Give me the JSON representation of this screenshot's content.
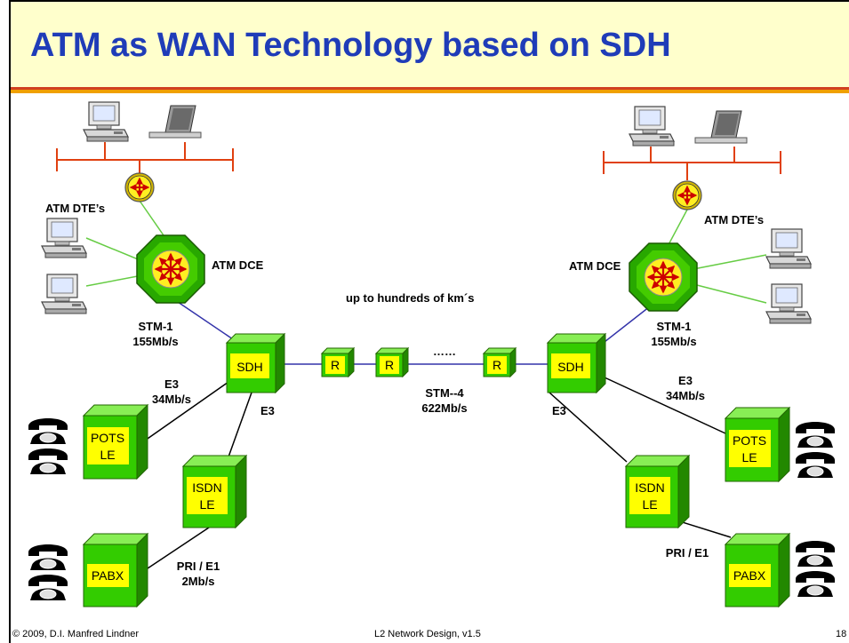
{
  "slide": {
    "title": "ATM as WAN Technology based on SDH",
    "footer": {
      "copyright": "© 2009, D.I. Manfred Lindner",
      "course": "L2 Network Design, v1.5",
      "page": "18"
    }
  },
  "diagram": {
    "labels": {
      "atm_dte_left": "ATM DTE’s",
      "atm_dte_right": "ATM DTE’s",
      "atm_dce_left": "ATM DCE",
      "atm_dce_right": "ATM DCE",
      "distance": "up to hundreds of km´s",
      "stm1_left": "STM-1",
      "stm1_left_rate": "155Mb/s",
      "stm1_right": "STM-1",
      "stm1_right_rate": "155Mb/s",
      "e3_left_top": "E3",
      "e3_left_top_rate": "34Mb/s",
      "e3_left": "E3",
      "e3_right_top": "E3",
      "e3_right_top_rate": "34Mb/s",
      "e3_right": "E3",
      "stm4": "STM--4",
      "stm4_rate": "622Mb/s",
      "dots": "……",
      "pri_left": "PRI / E1",
      "pri_left_rate": "2Mb/s",
      "pri_right": "PRI / E1"
    },
    "nodes": {
      "sdh_left": "SDH",
      "sdh_right": "SDH",
      "r1": "R",
      "r2": "R",
      "r3": "R",
      "pots_left_1": "POTS",
      "pots_left_2": "LE",
      "pots_right_1": "POTS",
      "pots_right_2": "LE",
      "isdn_left_1": "ISDN",
      "isdn_left_2": "LE",
      "isdn_right_1": "ISDN",
      "isdn_right_2": "LE",
      "pabx_left": "PABX",
      "pabx_right": "PABX"
    },
    "colors": {
      "title_bg": "#ffffcc",
      "title_text": "#1f3cb8",
      "bar_red": "#d04020",
      "bar_orange": "#f0a000",
      "lan_bus": "#e04010",
      "green_link": "#66cc44",
      "blue_link": "#3333aa",
      "box_green": "#33cc00",
      "box_label_bg": "#ffff00"
    }
  }
}
